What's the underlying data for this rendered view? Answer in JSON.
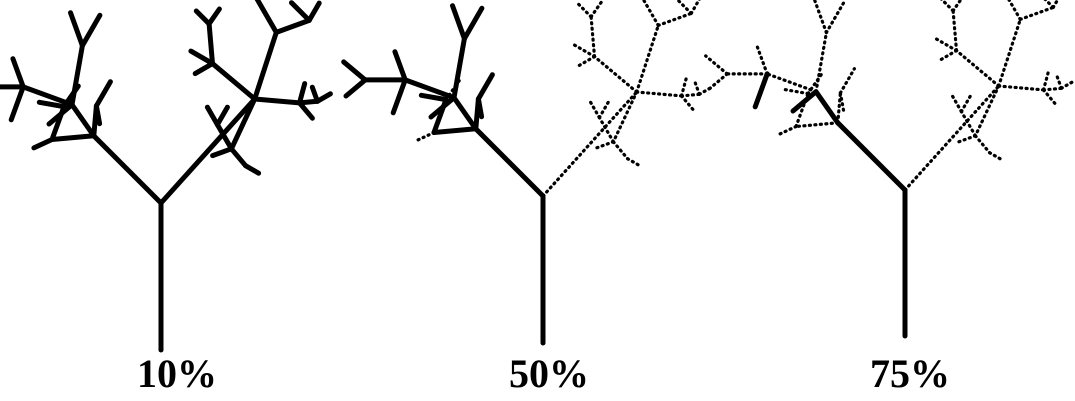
{
  "colors": {
    "ink": "#000000",
    "background": "#ffffff"
  },
  "panels": [
    {
      "label": "10%",
      "solid_fraction": 0.9
    },
    {
      "label": "50%",
      "solid_fraction": 0.5
    },
    {
      "label": "75%",
      "solid_fraction": 0.25
    }
  ]
}
